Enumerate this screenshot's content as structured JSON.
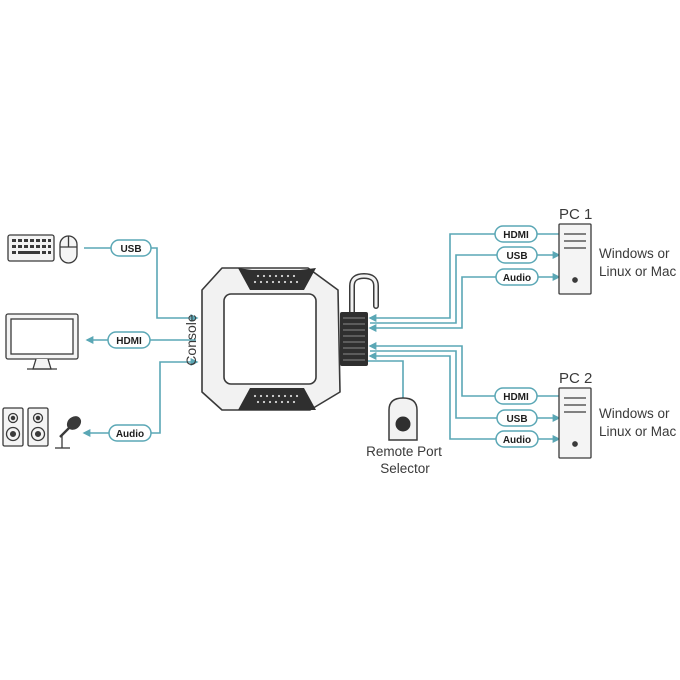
{
  "colors": {
    "cable": "#5aa7b5",
    "outline": "#3a3a3a",
    "device_body": "#f2f2f2",
    "device_dark": "#2f2f2f"
  },
  "console": {
    "label": "Console"
  },
  "left_devices": [
    {
      "icon": "keyboard-mouse-icon",
      "tag": "USB"
    },
    {
      "icon": "monitor-icon",
      "tag": "HDMI"
    },
    {
      "icon": "speakers-microphone-icon",
      "tag": "Audio"
    }
  ],
  "pcs": [
    {
      "title": "PC 1",
      "os_line1": "Windows or",
      "os_line2": "Linux or Mac",
      "tags": [
        "HDMI",
        "USB",
        "Audio"
      ]
    },
    {
      "title": "PC 2",
      "os_line1": "Windows or",
      "os_line2": "Linux or Mac",
      "tags": [
        "HDMI",
        "USB",
        "Audio"
      ]
    }
  ],
  "remote": {
    "line1": "Remote Port",
    "line2": "Selector"
  }
}
